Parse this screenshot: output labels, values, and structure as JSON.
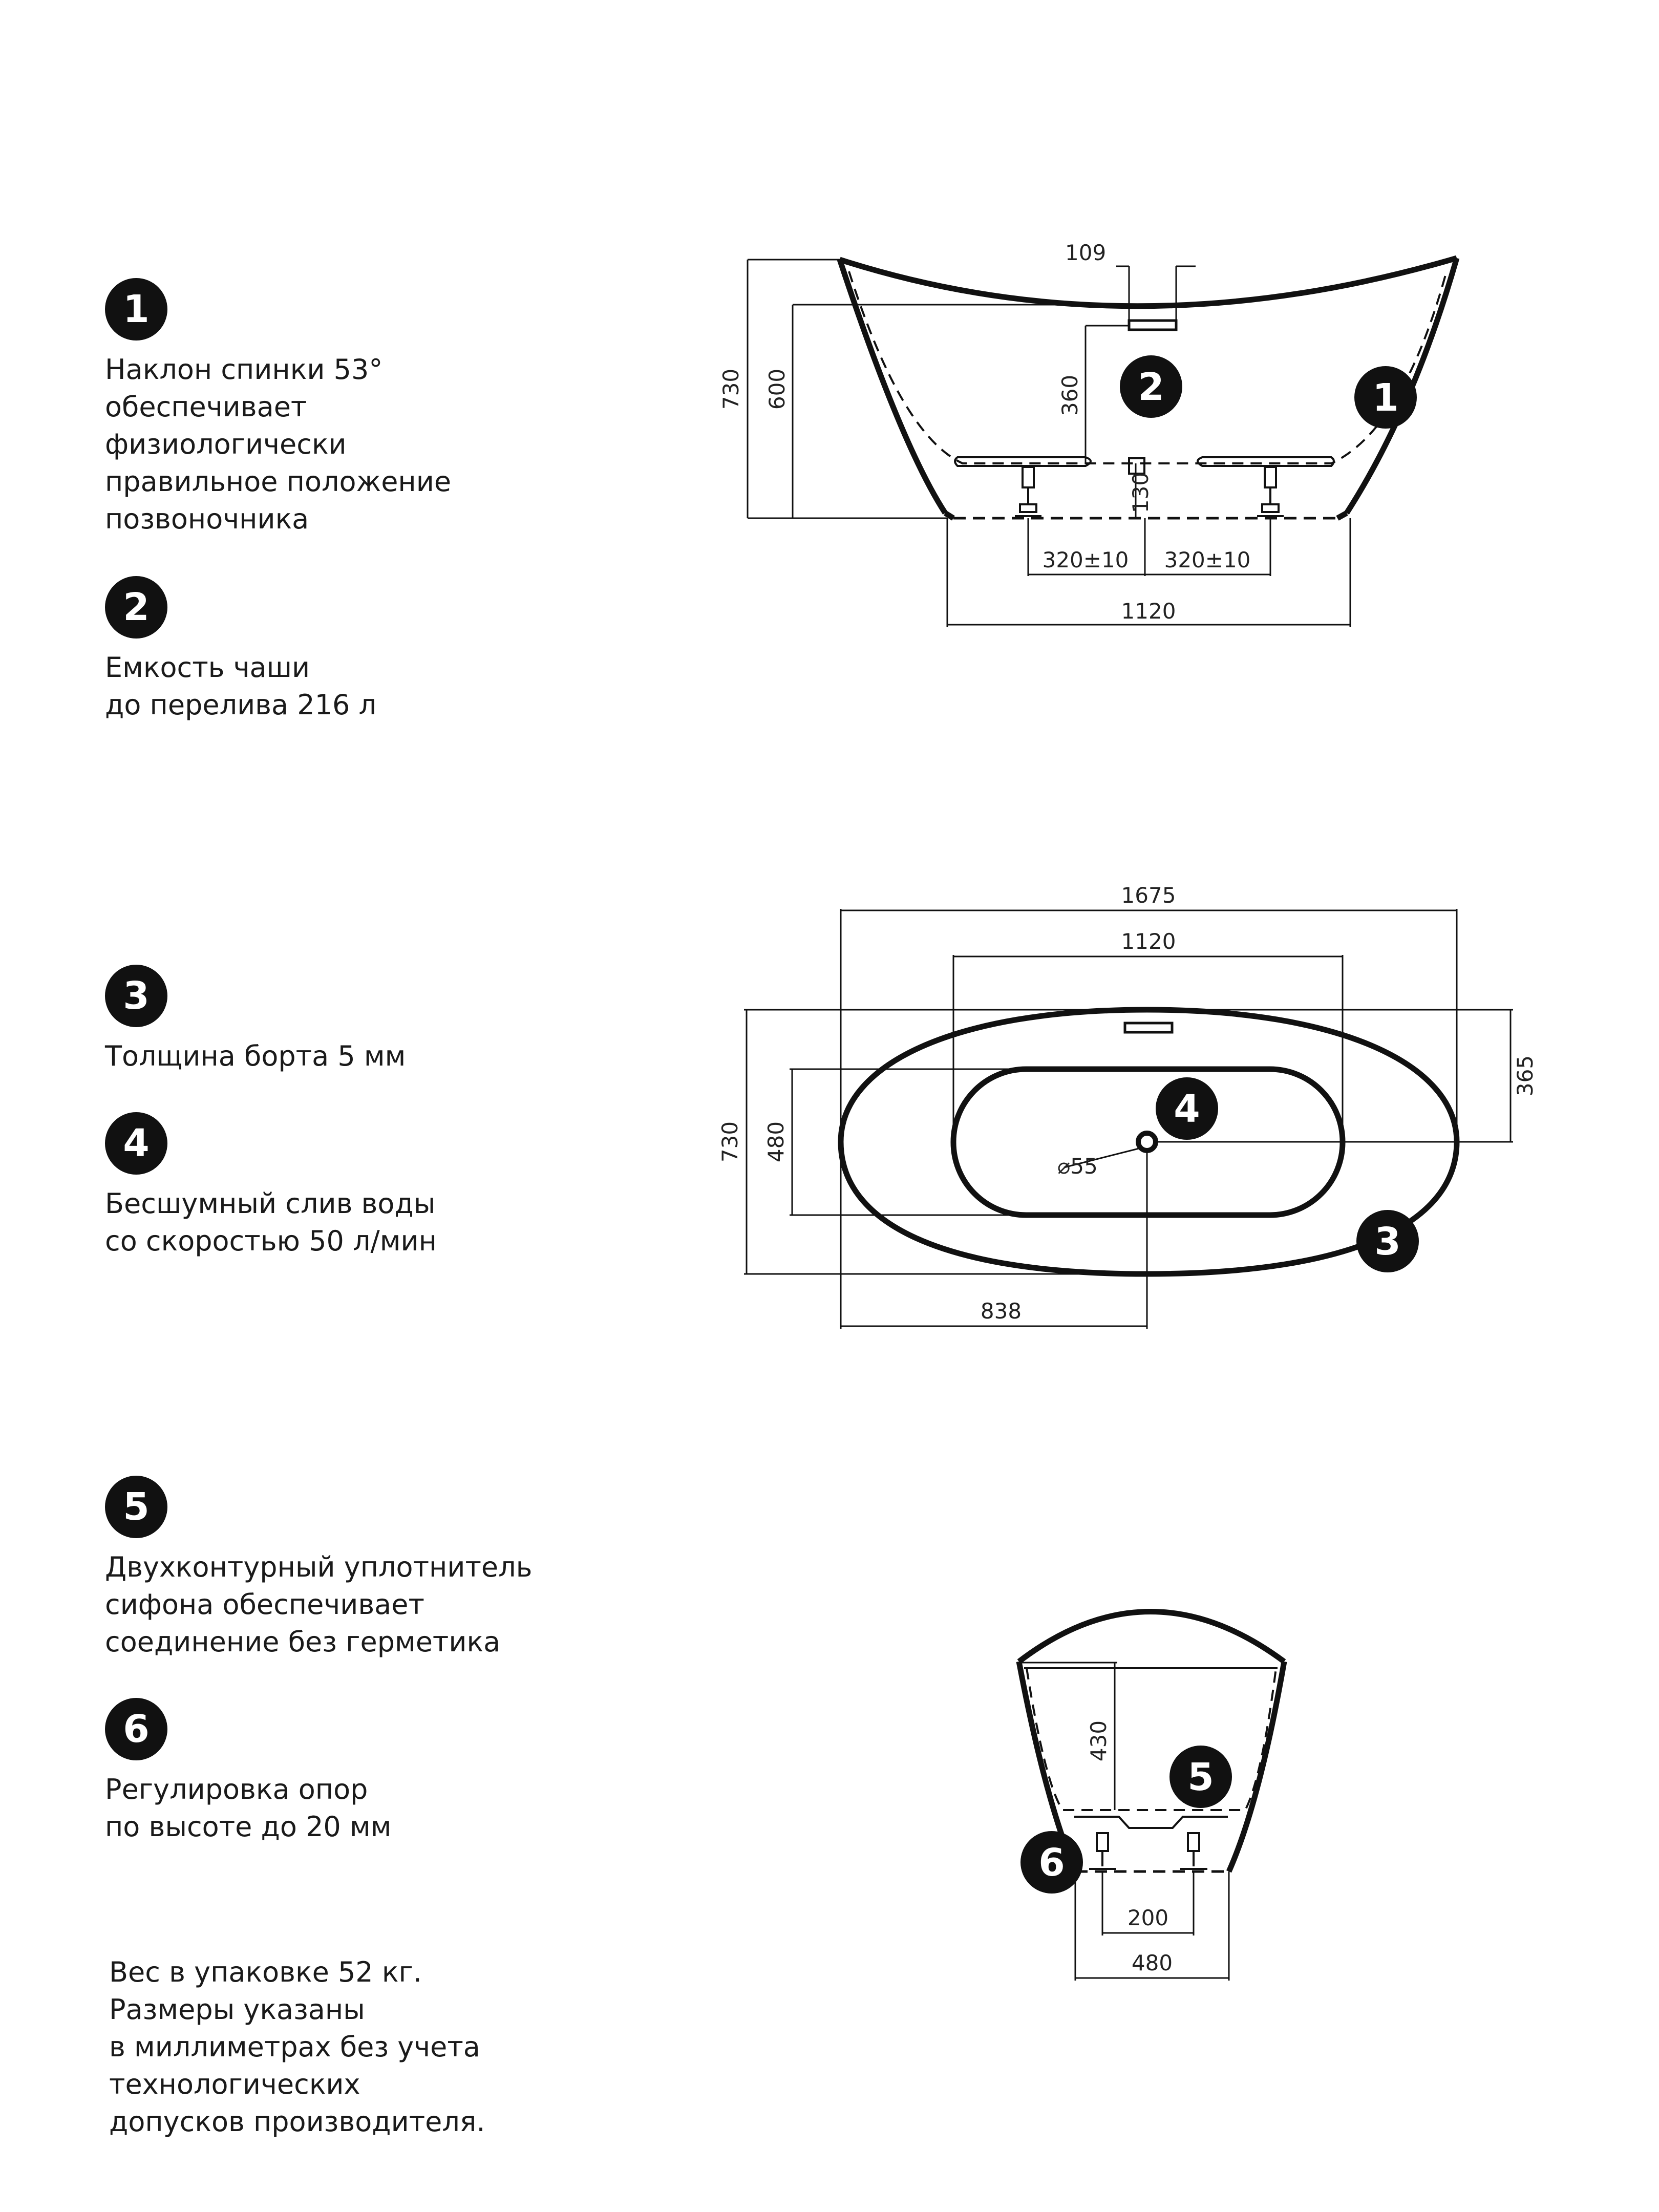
{
  "features": [
    {
      "num": "1",
      "text": "Наклон спинки 53°\nобеспечивает\nфизиологически\nправильное положение\nпозвоночника"
    },
    {
      "num": "2",
      "text": "Емкость чаши\nдо перелива 216 л"
    },
    {
      "num": "3",
      "text": "Толщина борта 5 мм"
    },
    {
      "num": "4",
      "text": "Бесшумный слив воды\nсо скоростью 50 л/мин"
    },
    {
      "num": "5",
      "text": "Двухконтурный уплотнитель\nсифона обеспечивает\nсоединение без герметика"
    },
    {
      "num": "6",
      "text": "Регулировка опор\nпо высоте до 20 мм"
    }
  ],
  "note": "Вес в упаковке 52 кг.\nРазмеры указаны\nв миллиметрах без учета\nтехнологических\nдопусков производителя.",
  "drawing": {
    "side": {
      "d109": "109",
      "d730": "730",
      "d600": "600",
      "d360": "360",
      "d130": "130",
      "d320a": "320±10",
      "d320b": "320±10",
      "d1120": "1120",
      "m1": "1",
      "m2": "2"
    },
    "top": {
      "d1675": "1675",
      "d1120": "1120",
      "d365": "365",
      "d730": "730",
      "d480": "480",
      "d838": "838",
      "drain": "⌀55",
      "m3": "3",
      "m4": "4"
    },
    "end": {
      "d430": "430",
      "d200": "200",
      "d480": "480",
      "m5": "5",
      "m6": "6"
    }
  }
}
